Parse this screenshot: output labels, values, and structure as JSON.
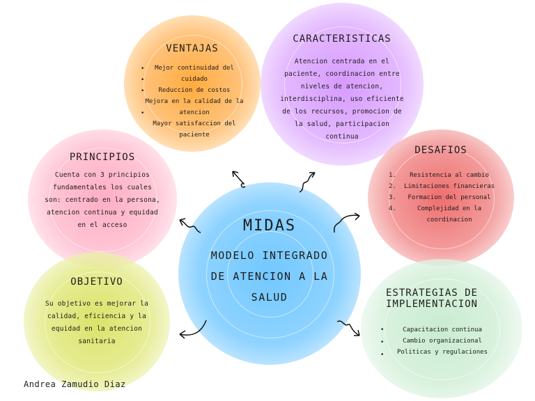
{
  "center": {
    "title": "MIDAS",
    "subtitle_lines": [
      "MODELO INTEGRADO",
      "DE ATENCION A LA",
      "SALUD"
    ]
  },
  "ventajas": {
    "title": "VENTAJAS",
    "items": [
      "Mejor continuidad del cuidado",
      "Reduccion de costos",
      "Mejora en la calidad de la atencion",
      "Mayor satisfaccion del paciente"
    ]
  },
  "caracteristicas": {
    "title": "CARACTERISTICAS",
    "lines": [
      "Atencion centrada en el",
      "paciente, coordinacion entre",
      "niveles de atencion,",
      "interdisciplina, uso eficiente",
      "de los recursos, promocion de",
      "la salud, participacion",
      "continua"
    ]
  },
  "principios": {
    "title": "PRINCIPIOS",
    "lines": [
      "Cuenta con 3 principios",
      "fundamentales los cuales",
      "son: centrado en la persona,",
      "atencion continua y equidad",
      "en el acceso"
    ]
  },
  "desafios": {
    "title": "DESAFIOS",
    "items": [
      "Resistencia al cambio",
      "Limitaciones financieras",
      "Formacion del personal",
      "Complejidad en la coordinacion"
    ]
  },
  "objetivo": {
    "title": "OBJETIVO",
    "lines": [
      "Su objetivo es mejorar la",
      "calidad, eficiencia y la",
      "equidad en la atencion",
      "sanitaria"
    ]
  },
  "estrategias": {
    "title_lines": [
      "ESTRATEGIAS DE",
      "IMPLEMENTACION"
    ],
    "items": [
      "Capacitacion continua",
      "Cambio organizacional",
      "Politicas y regulaciones"
    ]
  },
  "author": "Andrea Zamudio Diaz",
  "colors": {
    "center": "#6fc3ff",
    "ventajas": "#ffb347",
    "caracteristicas": "#d9a6ff",
    "principios": "#ffb3c6",
    "desafios": "#f08080",
    "objetivo": "#dfe87a",
    "estrategias": "#bfe8c8"
  }
}
